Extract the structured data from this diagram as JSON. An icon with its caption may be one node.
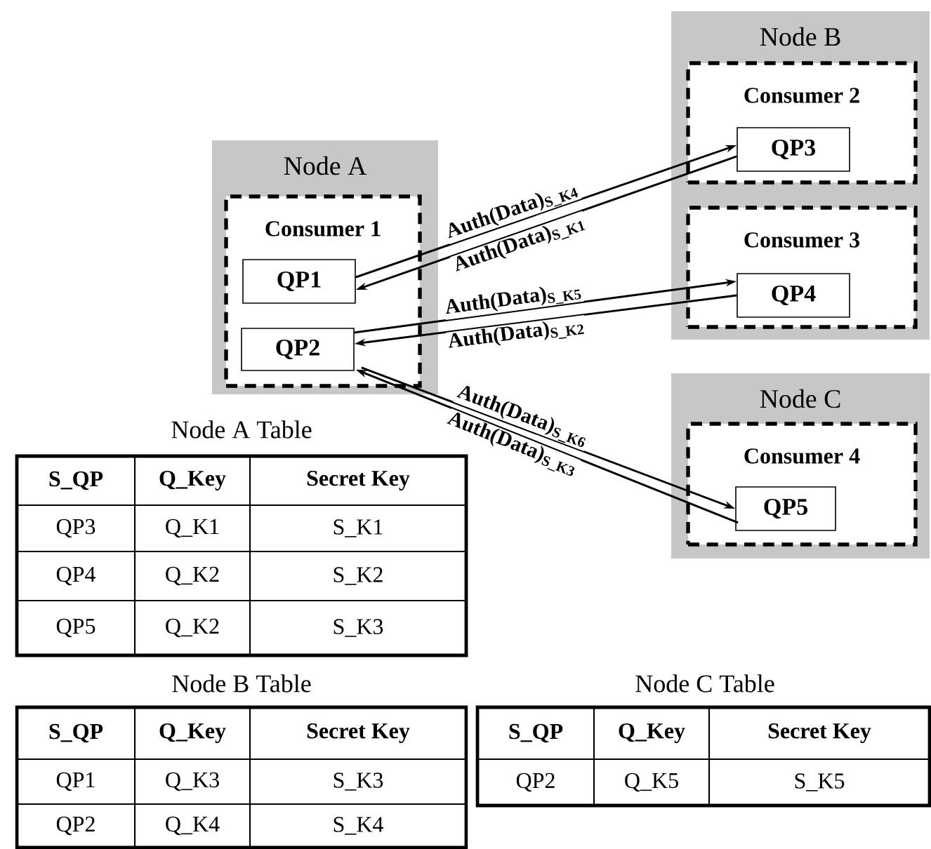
{
  "diagram": {
    "nodes": [
      {
        "text": [
          "Node A"
        ]
      },
      {
        "text": [
          "Consumer 1"
        ],
        "in": 0
      },
      {
        "text": [
          "QP1"
        ],
        "in": 1
      },
      {
        "text": [
          "QP2"
        ],
        "in": 1
      },
      {
        "text": [
          "Node B"
        ]
      },
      {
        "text": [
          "Consumer 2"
        ],
        "in": 4
      },
      {
        "text": [
          "QP3"
        ],
        "in": 5
      },
      {
        "text": [
          "Consumer 3"
        ],
        "in": 4
      },
      {
        "text": [
          "QP4"
        ],
        "in": 7
      },
      {
        "text": [
          "Node C"
        ]
      },
      {
        "text": [
          "Consumer 4"
        ],
        "in": 9
      },
      {
        "text": [
          "QP5"
        ],
        "in": 10
      }
    ],
    "edges": [
      {
        "from": 2,
        "to": 6,
        "arrow": "to",
        "label": "Auth(Data)$_{S_K4}$"
      },
      {
        "from": 6,
        "to": 2,
        "arrow": "to",
        "label": "Auth(Data)$_{S_K1}$"
      },
      {
        "from": 3,
        "to": 8,
        "arrow": "to",
        "label": "Auth(Data)$_{S_K5}$"
      },
      {
        "from": 8,
        "to": 3,
        "arrow": "to",
        "label": "Auth(Data)$_{S_K2}$"
      },
      {
        "from": 3,
        "to": 11,
        "arrow": "to",
        "label": "Auth(Data)$_{S_K6}$"
      },
      {
        "from": 11,
        "to": 3,
        "arrow": "to",
        "label": "Auth(Data)$_{S_K3}$"
      }
    ],
    "labels": [
      "Node A Table",
      "S_QP",
      "Q_Key",
      "Secret Key",
      "QP3",
      "Q_K1",
      "S_K1",
      "QP4",
      "Q_K2",
      "S_K2",
      "QP5",
      "Q_K2",
      "S_K3",
      "Node B Table",
      "S_QP",
      "Q_Key",
      "Secret Key",
      "QP1",
      "Q_K3",
      "S_K3",
      "QP2",
      "Q_K4",
      "S_K4",
      "Node C Table",
      "S_QP",
      "Q_Key",
      "Secret Key",
      "QP2",
      "Q_K5",
      "S_K5"
    ]
  }
}
